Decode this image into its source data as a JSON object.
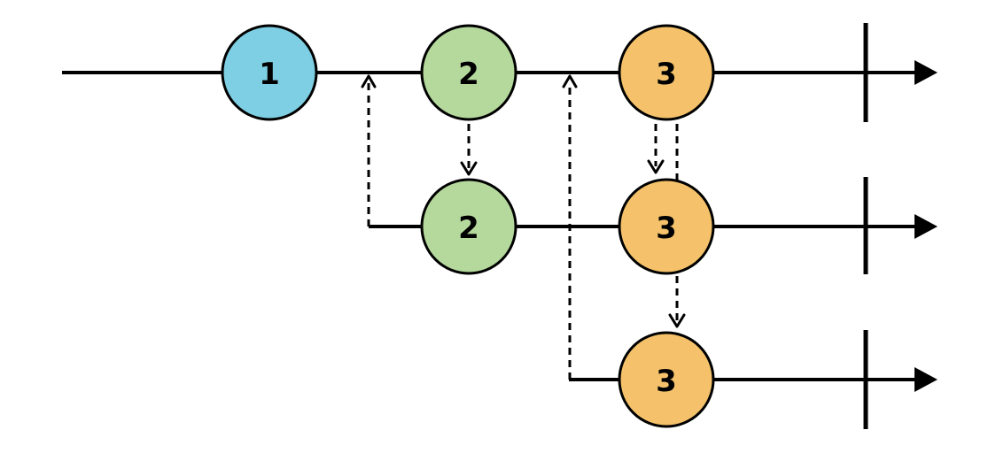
{
  "diagram": {
    "source_stream": {
      "marbles": [
        {
          "label": "1",
          "color": "#7ECFE3"
        },
        {
          "label": "2",
          "color": "#B5D99C"
        },
        {
          "label": "3",
          "color": "#F5C26B"
        }
      ]
    },
    "inner_stream_1": {
      "marbles": [
        {
          "label": "2",
          "color": "#B5D99C"
        },
        {
          "label": "3",
          "color": "#F5C26B"
        }
      ]
    },
    "inner_stream_2": {
      "marbles": [
        {
          "label": "3",
          "color": "#F5C26B"
        }
      ]
    }
  }
}
